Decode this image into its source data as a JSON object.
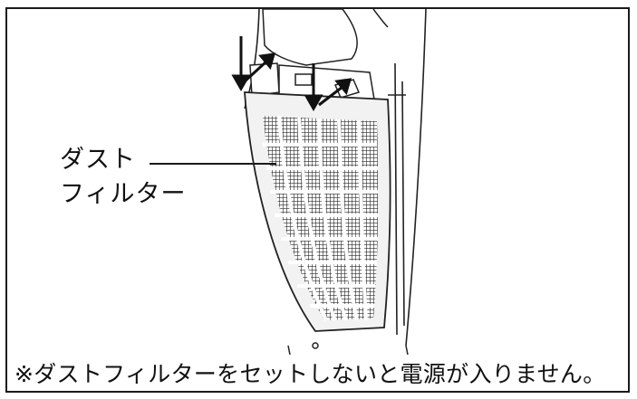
{
  "figure": {
    "label_line1": "ダスト",
    "label_line2": "フィルター",
    "note": "※ダストフィルターをセットしないと電源が入りません。"
  },
  "icons": [
    "down-arrow-icon",
    "diagonal-arrow-icon"
  ]
}
